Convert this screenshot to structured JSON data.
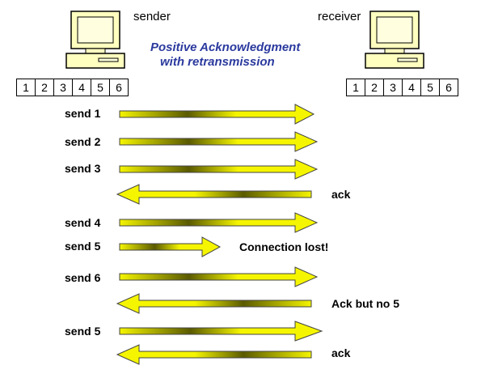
{
  "title": [
    "Positive Acknowledgment",
    "with retransmission"
  ],
  "sender": {
    "label": "sender",
    "buffer": [
      "1",
      "2",
      "3",
      "4",
      "5",
      "6"
    ]
  },
  "receiver": {
    "label": "receiver",
    "buffer": [
      "1",
      "2",
      "3",
      "4",
      "5",
      "6"
    ]
  },
  "events": [
    {
      "label": "send 1",
      "direction": "right"
    },
    {
      "label": "send 2",
      "direction": "right"
    },
    {
      "label": "send 3",
      "direction": "right"
    },
    {
      "label": "ack",
      "direction": "left"
    },
    {
      "label": "send 4",
      "direction": "right"
    },
    {
      "label": "send 5",
      "direction": "right",
      "lost": true
    },
    {
      "label": "Connection lost!",
      "direction": "note"
    },
    {
      "label": "send 6",
      "direction": "right"
    },
    {
      "label": "Ack but no 5",
      "direction": "left"
    },
    {
      "label": "send 5",
      "direction": "right"
    },
    {
      "label": "ack",
      "direction": "left"
    }
  ],
  "colors": {
    "title": "#2b3a9e",
    "arrow_fill": "#f5f500",
    "arrow_dark": "#5a5a00",
    "pc_body": "#ffffc0"
  }
}
